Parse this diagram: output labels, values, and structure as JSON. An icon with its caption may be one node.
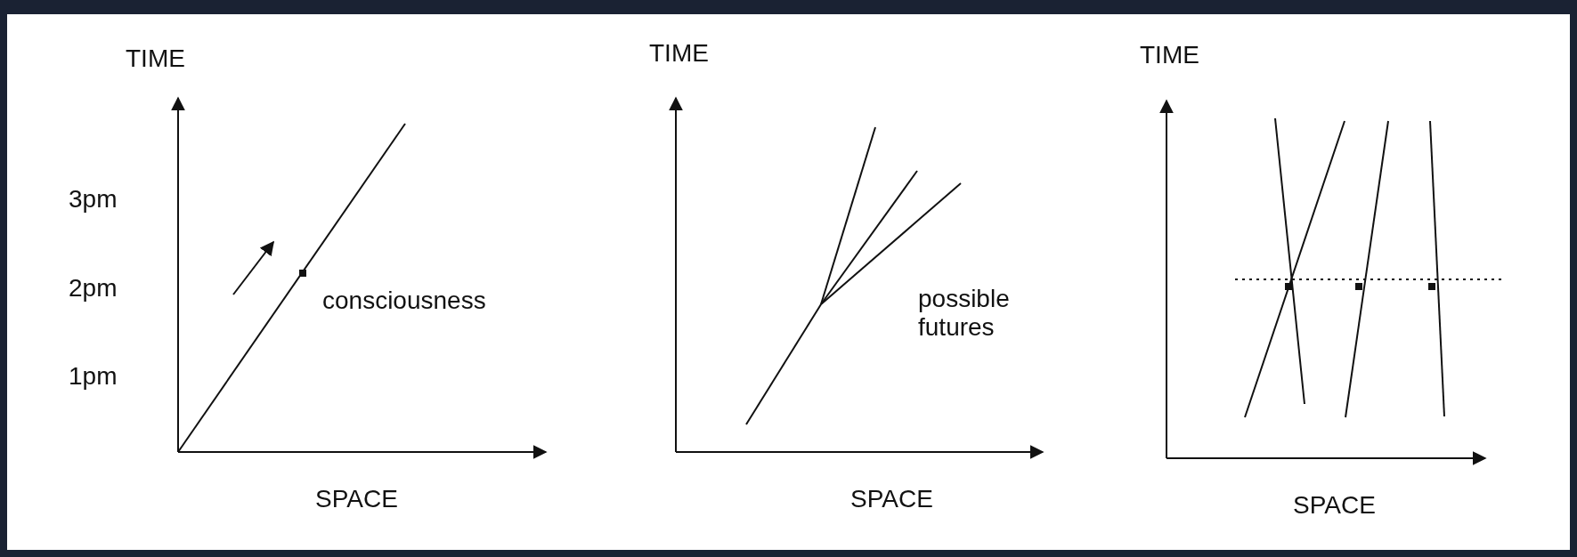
{
  "diagram": {
    "labels": [
      "TIME",
      "3pm",
      "2pm",
      "1pm",
      "consciousness",
      "SPACE",
      "TIME",
      "possible futures",
      "SPACE",
      "TIME",
      "SPACE"
    ]
  }
}
